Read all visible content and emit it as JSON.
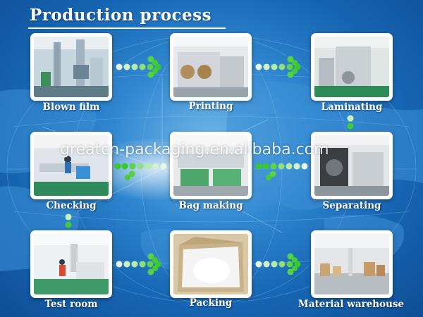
{
  "title": "Production process",
  "watermark": "greatcn-packaging.en.alibaba.com",
  "steps": [
    {
      "label": "Blown film"
    },
    {
      "label": "Printing"
    },
    {
      "label": "Laminating"
    },
    {
      "label": "Checking"
    },
    {
      "label": "Bag making"
    },
    {
      "label": "Separating"
    },
    {
      "label": "Test room"
    },
    {
      "label": "Packing"
    },
    {
      "label": "Material warehouse"
    }
  ],
  "colors": {
    "background": "#1766b3",
    "dot_light": "#dff5d8",
    "dot_green": "#38d12e",
    "caption": "#ffffff"
  }
}
